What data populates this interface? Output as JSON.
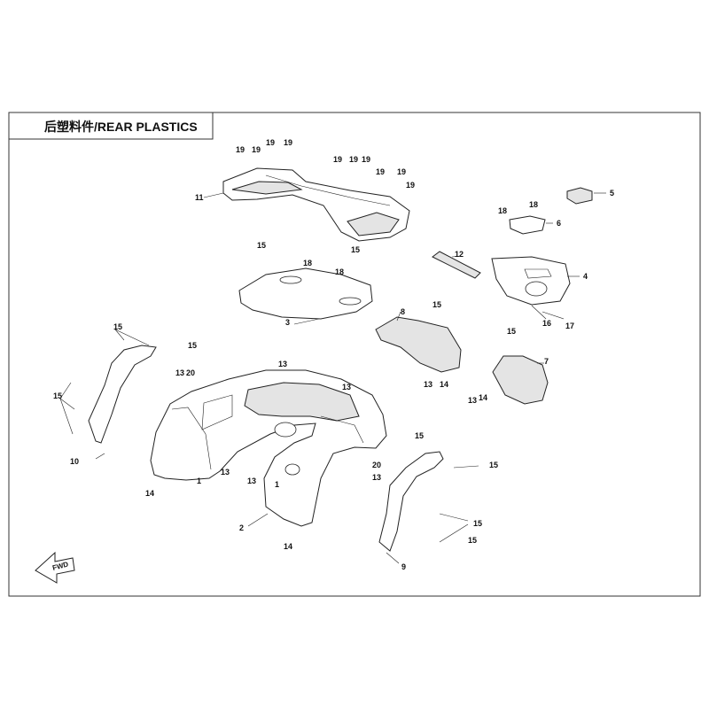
{
  "title": "后塑料件/REAR PLASTICS",
  "fwd_label": "FWD",
  "callouts": [
    "19",
    "19",
    "19",
    "19",
    "19",
    "19",
    "19",
    "19",
    "19",
    "19",
    "11",
    "5",
    "18",
    "18",
    "6",
    "12",
    "4",
    "16",
    "17",
    "15",
    "18",
    "15",
    "18",
    "3",
    "8",
    "15",
    "13",
    "14",
    "7",
    "15",
    "13",
    "14",
    "15",
    "15",
    "15",
    "13",
    "20",
    "13",
    "13",
    "15",
    "10",
    "1",
    "14",
    "13",
    "13",
    "20",
    "15",
    "13",
    "1",
    "2",
    "14",
    "15",
    "15",
    "9"
  ]
}
